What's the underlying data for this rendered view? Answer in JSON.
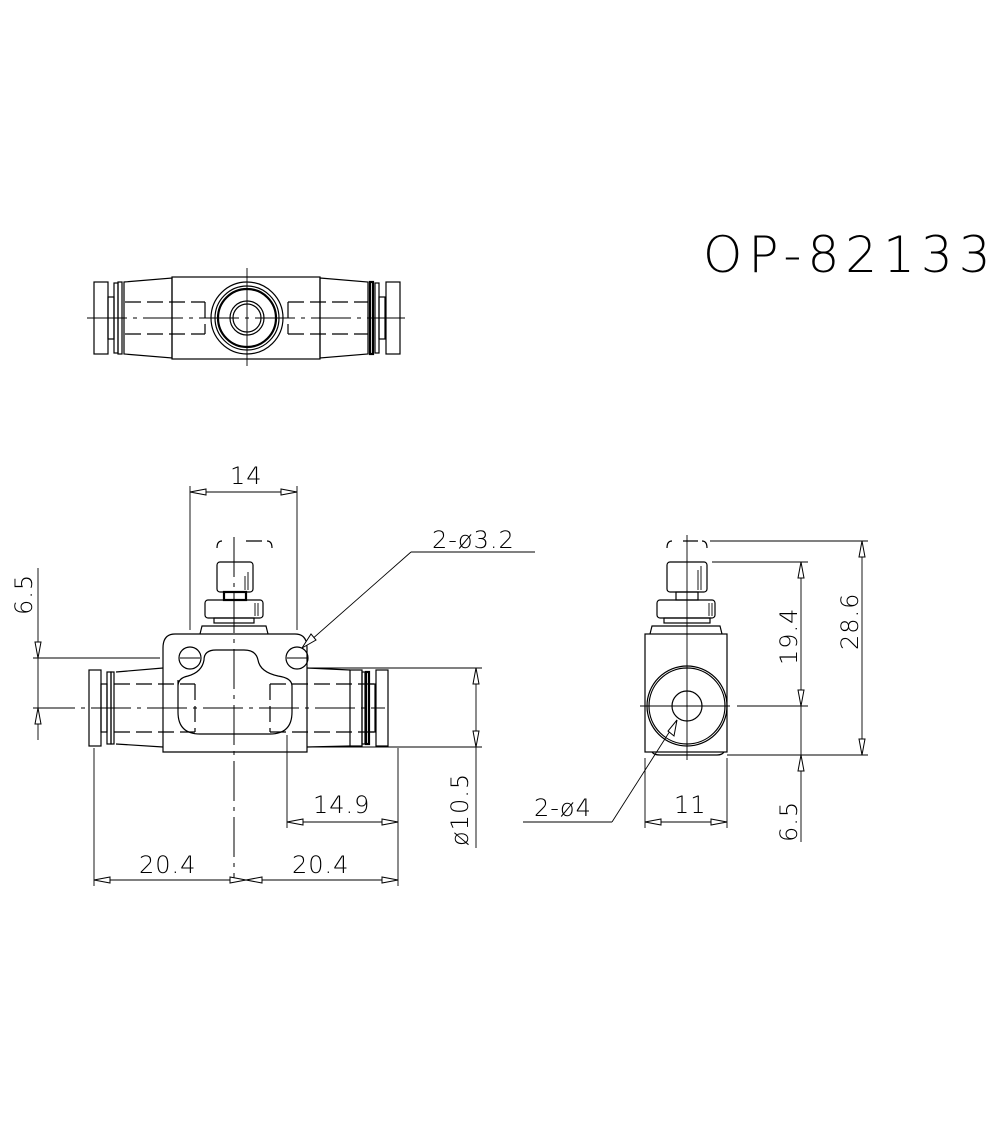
{
  "drawing": {
    "part_number": "OP-82133",
    "type": "speed control valve (inline, push-in fittings)",
    "views": [
      "top-view",
      "front-view",
      "side-view"
    ]
  },
  "front_view": {
    "dimensions": {
      "bolt_spacing": "14",
      "mount_holes": "2-ø3.2",
      "hole_offset": "6.5",
      "body_right_to_end": "14.9",
      "tube_od": "ø10.5",
      "left_length": "20.4",
      "right_length": "20.4"
    }
  },
  "side_view": {
    "dimensions": {
      "ports": "2-ø4",
      "width": "11",
      "knob_to_center": "19.4",
      "overall_height": "28.6",
      "bottom_offset": "6.5"
    }
  }
}
